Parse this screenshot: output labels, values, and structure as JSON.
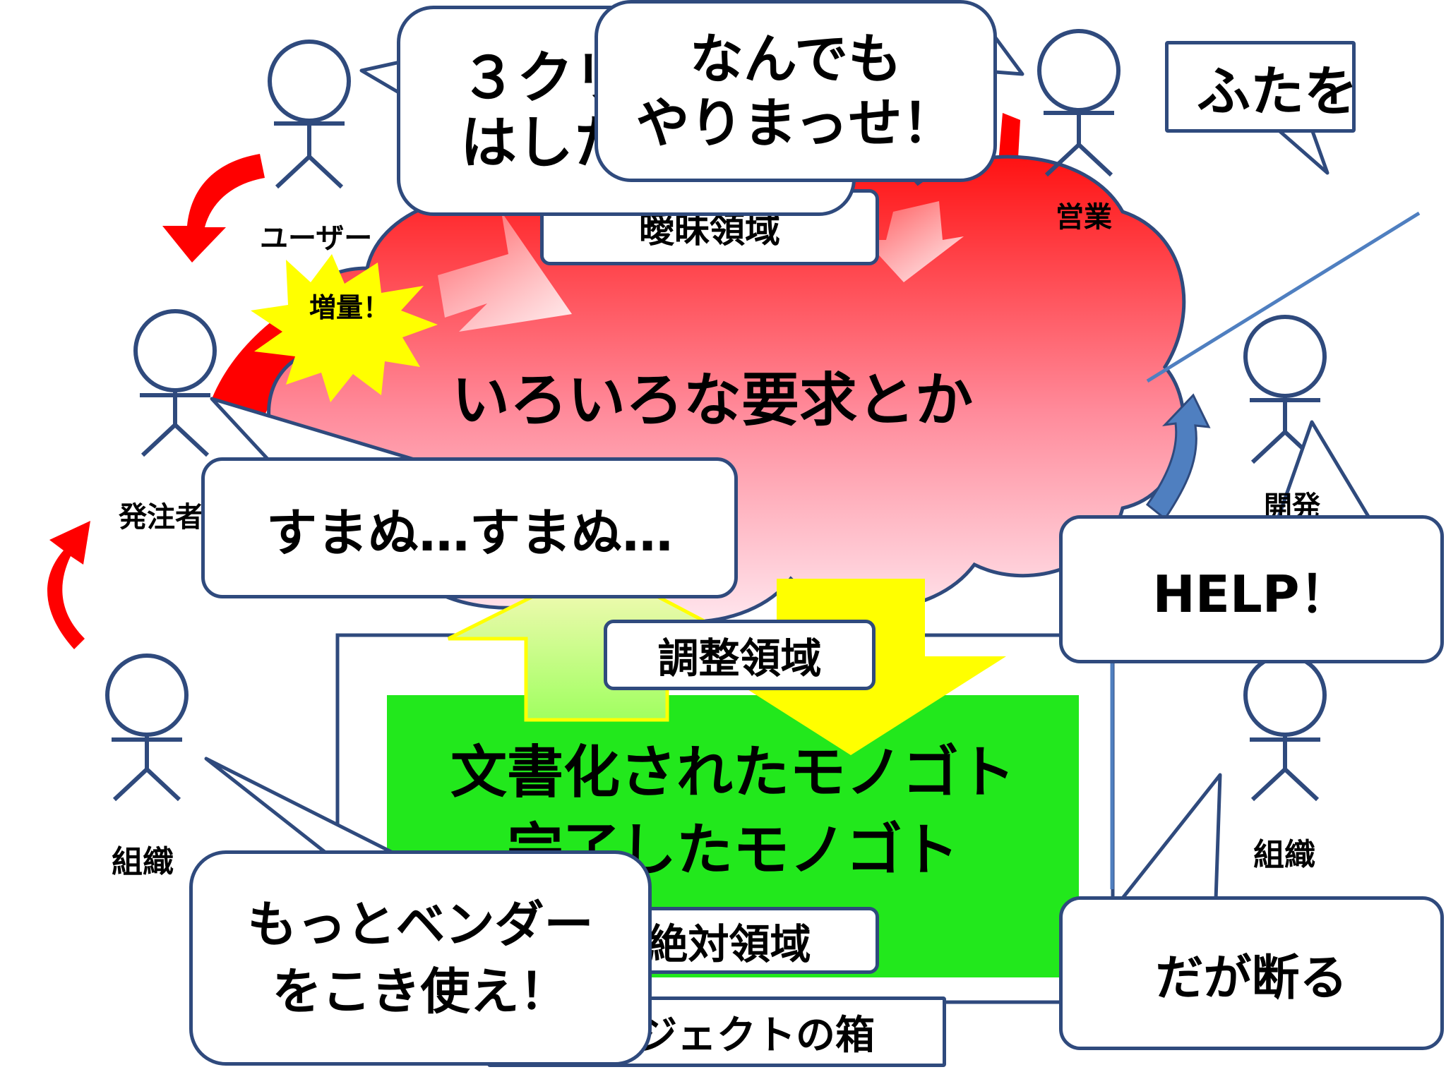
{
  "colors": {
    "outline": "#2f4a7d",
    "cloud_top": "#ff1010",
    "cloud_bottom": "#ffe6ee",
    "box_green": "#22e81c",
    "arrow_yellow": "#ffff00",
    "arrow_red": "#ff0000",
    "arrow_blue": "#4f7fc0",
    "starburst": "#ffff00"
  },
  "actors": {
    "user": "ユーザー",
    "sales": "営業",
    "client": "発注者",
    "dev": "開発",
    "org_left": "組織",
    "org_right": "組織"
  },
  "regions": {
    "cloud_text": "いろいろな要求とか",
    "ambiguous": "曖昧領域",
    "adjust": "調整領域",
    "absolute": "絶対領域",
    "green_line1": "文書化されたモノゴト",
    "green_line2": "完了したモノゴト",
    "project_box": "プロジェクトの箱"
  },
  "starburst_text": "増量！",
  "bubbles": {
    "three_click_l1": "３クリック",
    "three_click_l2": "はしたい",
    "anything_l1": "なんでも",
    "anything_l2": "やりまっせ！",
    "futa": "ふたを",
    "sumanu": "すまぬ…すまぬ…",
    "help": "HELP！",
    "motto_l1": "もっとベンダー",
    "motto_l2": "をこき使え！",
    "daga": "だが断る"
  }
}
